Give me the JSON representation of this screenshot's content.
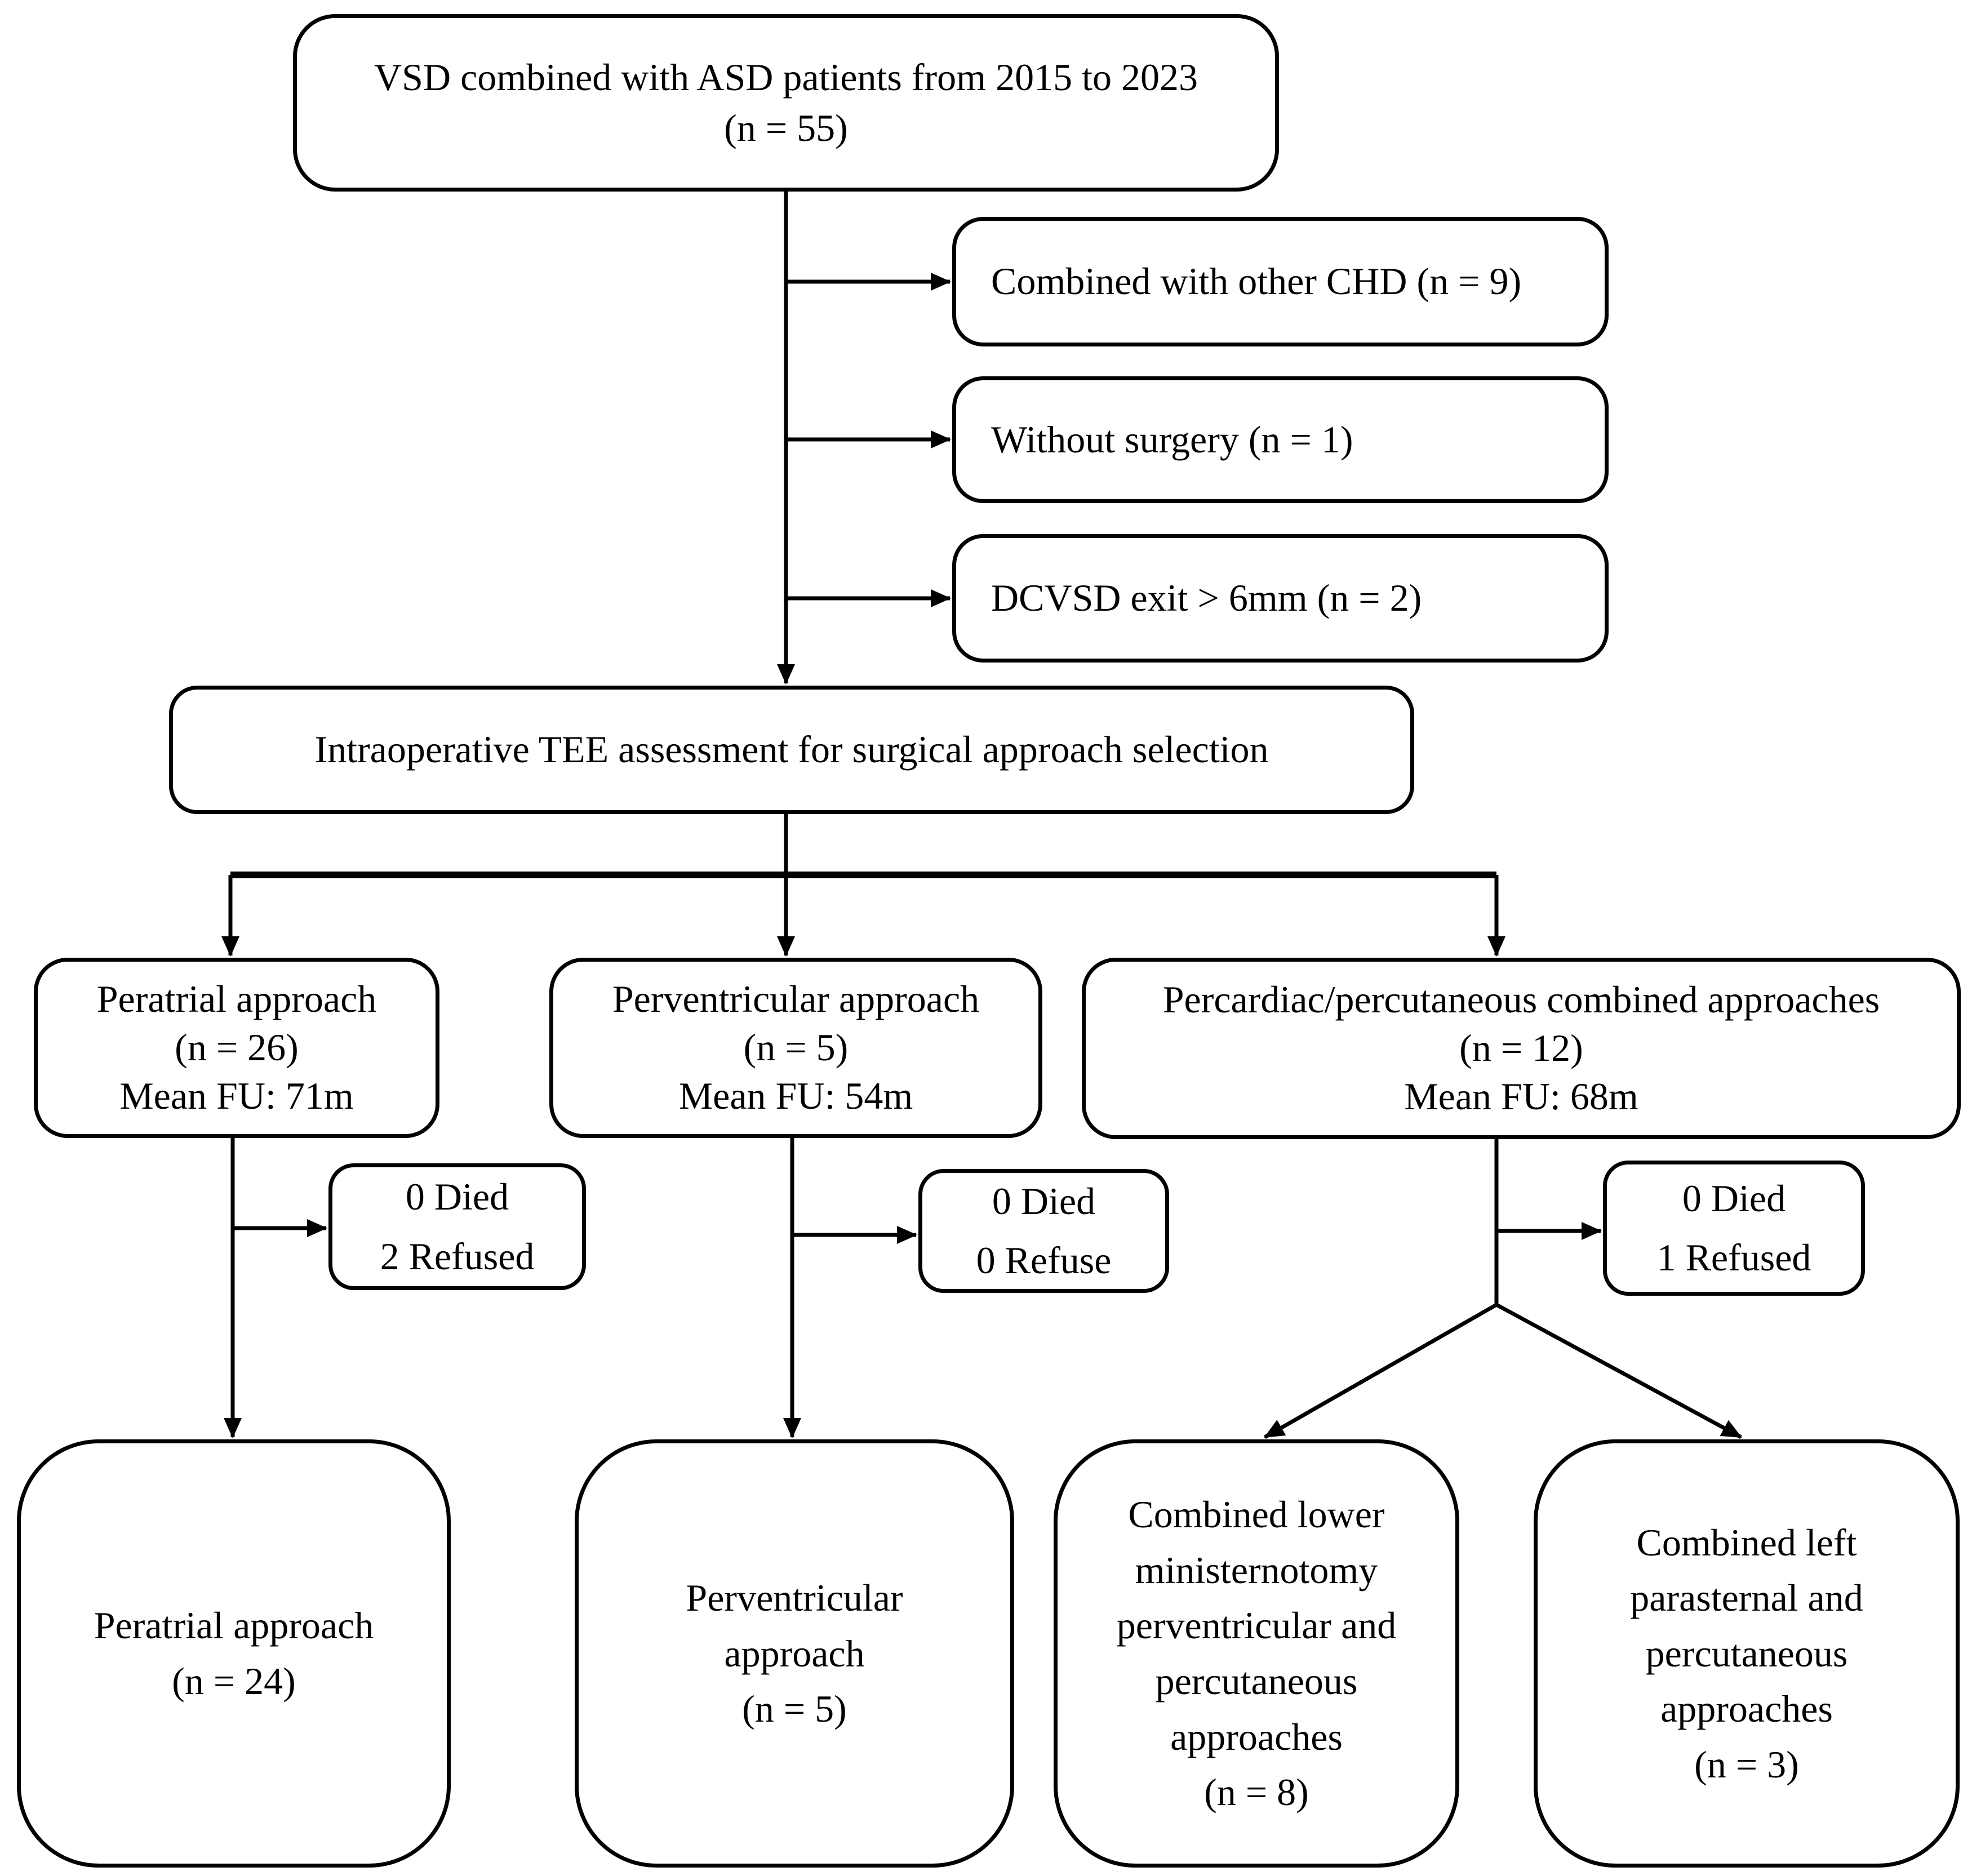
{
  "figure": {
    "type": "patient-flow-diagram",
    "background_color": "#ffffff",
    "line_color": "#000000",
    "text_color": "#000000"
  },
  "nodes": {
    "enrollment": {
      "text": "VSD combined with ASD patients from 2015 to 2023\n(n = 55)"
    },
    "exclusions": [
      {
        "text": "Combined with other CHD (n = 9)"
      },
      {
        "text": "Without surgery (n = 1)"
      },
      {
        "text": "DCVSD exit > 6mm (n = 2)"
      }
    ],
    "assessment": {
      "text": "Intraoperative TEE assessment for surgical approach selection"
    },
    "peratrial": {
      "text": "Peratrial approach\n(n = 26)\nMean FU: 71m"
    },
    "perventricular": {
      "text": "Perventricular approach\n(n = 5)\nMean FU: 54m"
    },
    "percardiac": {
      "text": "Percardiac/percutaneous combined approaches\n(n = 12)\nMean FU: 68m"
    },
    "outcome_peratrial": {
      "text": "0 Died\n2 Refused"
    },
    "outcome_perventricular": {
      "text": "0 Died\n0 Refuse"
    },
    "outcome_percardiac": {
      "text": "0 Died\n1 Refused"
    },
    "final_peratrial": {
      "text": "Peratrial approach\n(n = 24)"
    },
    "final_perventricular": {
      "text": "Perventricular\napproach\n(n = 5)"
    },
    "final_ministernotomy": {
      "text": "Combined lower\nministernotomy\nperventricular and\npercutaneous\napproaches\n(n = 8)"
    },
    "final_parasternal": {
      "text": "Combined left\nparasternal and\npercutaneous\napproaches\n(n = 3)"
    }
  }
}
